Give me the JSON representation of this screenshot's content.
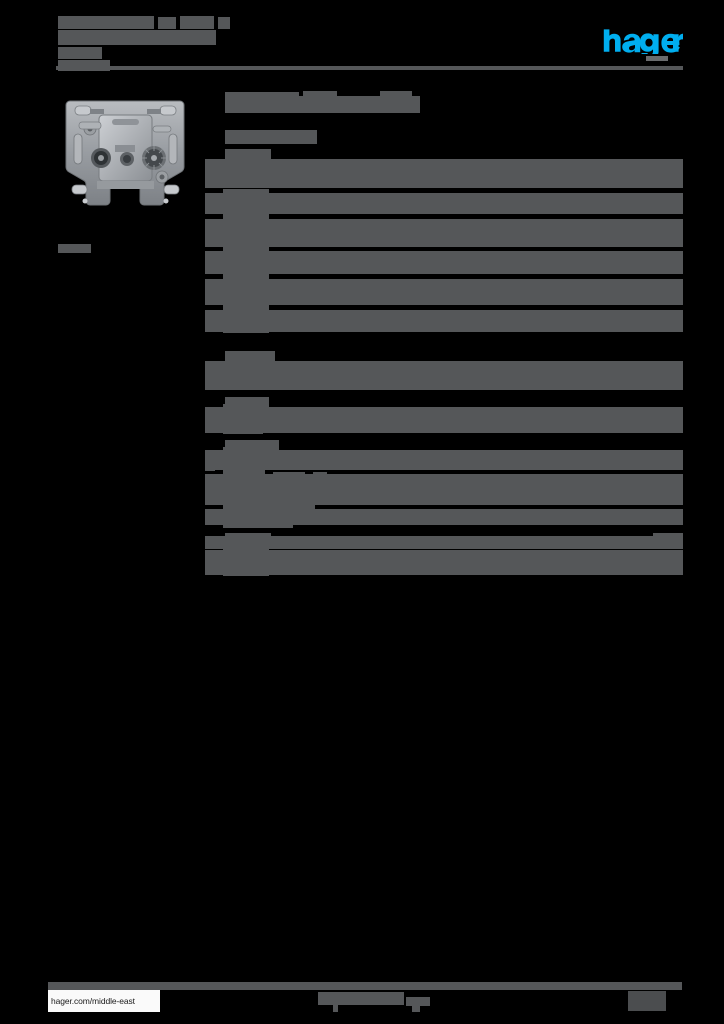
{
  "document": {
    "type": "product-datasheet",
    "background_color": "#000000",
    "redaction_color": "#555759",
    "brand_color": "#00AEEF"
  },
  "header": {
    "title_redacted": true,
    "title_placeholder": "",
    "subtitle_placeholder": "",
    "logo": {
      "name": "hager",
      "wordmark": "hager",
      "color": "#00AEEF"
    }
  },
  "product": {
    "image_alt": "antenna socket insert, grey plastic flush-mounted module",
    "caption_redacted": true,
    "caption_placeholder": ""
  },
  "main": {
    "heading_placeholder": "",
    "subheading_placeholder": "",
    "sections": [
      {
        "label_placeholder": "",
        "rows": [
          {
            "key_width": 46,
            "val_start": 46,
            "val_width": 432,
            "height": 9,
            "gap": 2
          },
          {
            "key_width": 46,
            "val_start": 46,
            "val_width": 432,
            "height": 9,
            "gap": 2
          },
          {
            "key_width": 46,
            "val_start": 46,
            "val_width": 432,
            "height": 9,
            "gap": 2
          }
        ]
      }
    ]
  },
  "footer": {
    "url": "hager.com/middle-east",
    "center_redacted": true,
    "page_number_redacted": true
  }
}
